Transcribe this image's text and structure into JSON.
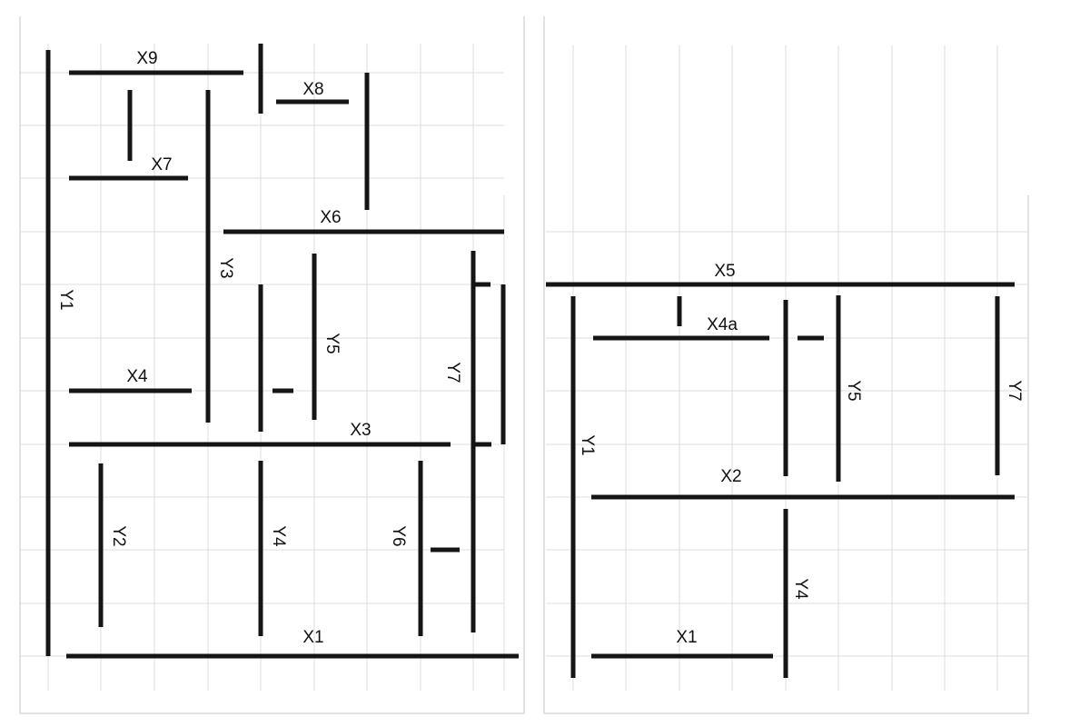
{
  "colors": {
    "wall": "#151515",
    "grid": "#dcdcdc",
    "background": "#ffffff"
  },
  "left_plan": {
    "labels": {
      "x9": "X9",
      "x8": "X8",
      "x7": "X7",
      "x6": "X6",
      "x4": "X4",
      "x3": "X3",
      "x1": "X1",
      "y1": "Y1",
      "y2": "Y2",
      "y3": "Y3",
      "y4": "Y4",
      "y5": "Y5",
      "y6": "Y6",
      "y7": "Y7"
    }
  },
  "right_plan": {
    "labels": {
      "x5": "X5",
      "x4a": "X4a",
      "x2": "X2",
      "x1": "X1",
      "y1": "Y1",
      "y4": "Y4",
      "y5": "Y5",
      "y7": "Y7"
    }
  }
}
